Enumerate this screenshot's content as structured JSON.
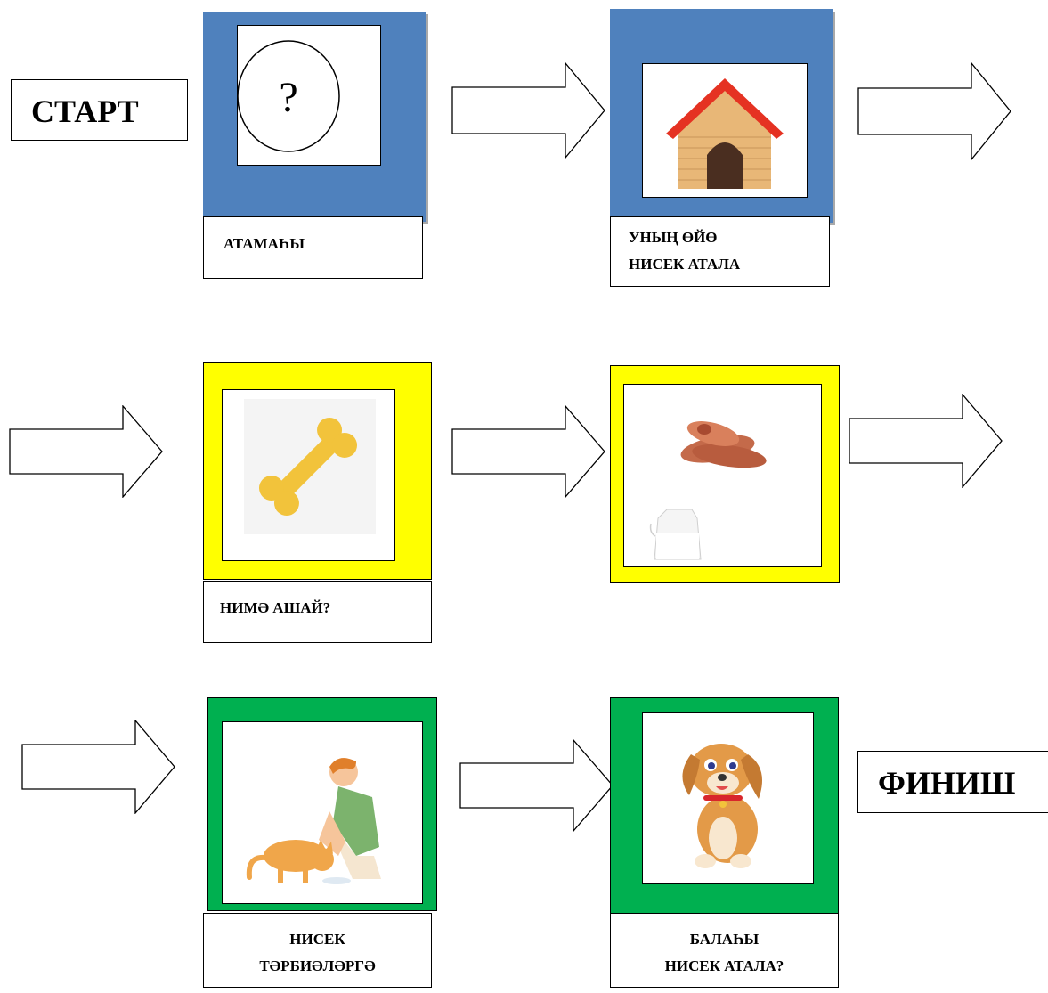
{
  "start_label": "СТАРТ",
  "finish_label": "ФИНИШ",
  "question_mark": "?",
  "steps": [
    {
      "caption_lines": [
        "АТАМАҺЫ"
      ],
      "color": "#4f81bd",
      "image": "question-mark-circle"
    },
    {
      "caption_lines": [
        "УНЫҢ ӨЙӨ",
        "НИСЕК  АТАЛА"
      ],
      "color": "#4f81bd",
      "image": "doghouse-icon"
    },
    {
      "caption_lines": [
        "НИМӘ АШАЙ?"
      ],
      "color": "#ffff00",
      "image": "bone-icon"
    },
    {
      "caption_lines": [],
      "color": "#ffff00",
      "image": "sausage-and-milk-icon"
    },
    {
      "caption_lines": [
        "НИСЕК",
        "ТӘРБИӘЛӘРГӘ"
      ],
      "color": "#00b050",
      "image": "boy-feeding-cat-icon"
    },
    {
      "caption_lines": [
        "БАЛАҺЫ",
        "НИСЕК АТАЛА?"
      ],
      "color": "#00b050",
      "image": "puppy-icon"
    }
  ]
}
